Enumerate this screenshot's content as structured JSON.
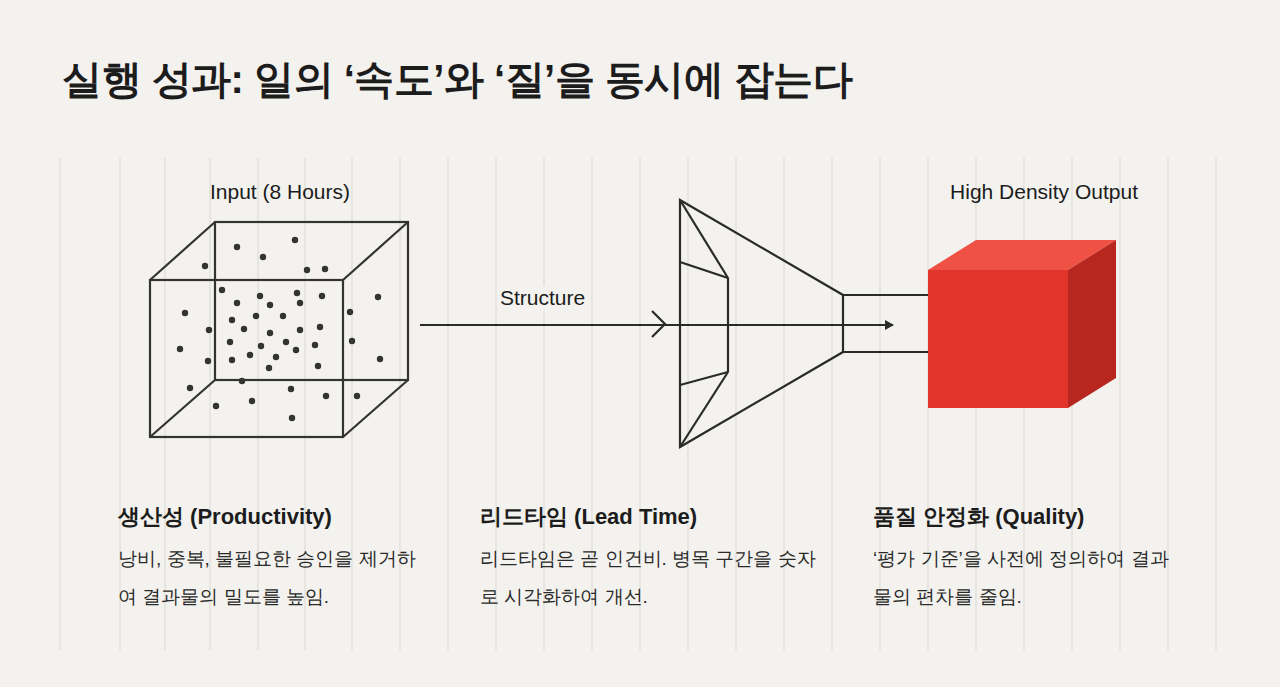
{
  "diagram": {
    "title": "실행 성과: 일의 ‘속도’와 ‘질’을 동시에 잡는다",
    "nodes": [
      {
        "text": [
          "Input (8 Hours)"
        ]
      },
      {
        "text": [
          "High Density Output"
        ]
      }
    ],
    "edges": [
      {
        "from": 0,
        "to": 1,
        "label": "Structure",
        "arrow": "to"
      }
    ],
    "labels": [
      "생산성 (Productivity)",
      "낭비, 중복, 불필요한 승인을 제거하여 결과물의 밀도를 높임.",
      "리드타임 (Lead Time)",
      "리드타임은 곧 인건비. 병목 구간을 숫자로 시각화하여 개선.",
      "품질 안정화 (Quality)",
      "‘평가 기준’을 사전에 정의하여 결과물의 편차를 줄임."
    ]
  }
}
